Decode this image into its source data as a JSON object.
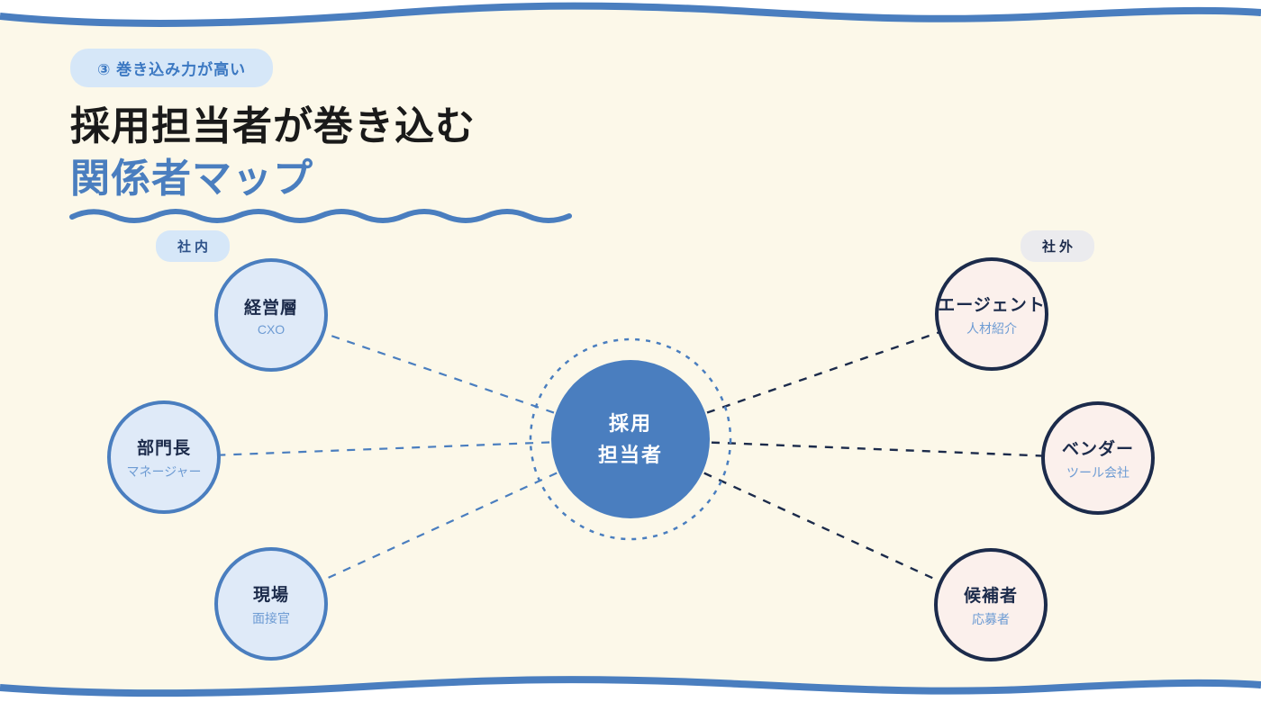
{
  "badge": {
    "label": "③ 巻き込み力が高い"
  },
  "title": {
    "line1": "採用担当者が巻き込む",
    "line2": "関係者マップ"
  },
  "groups": {
    "internal": "社内",
    "external": "社外"
  },
  "center_node": {
    "line1": "採用",
    "line2": "担当者"
  },
  "internal_nodes": [
    {
      "label": "経営層",
      "sublabel": "CXO"
    },
    {
      "label": "部門長",
      "sublabel": "マネージャー"
    },
    {
      "label": "現場",
      "sublabel": "面接官"
    }
  ],
  "external_nodes": [
    {
      "label": "エージェント",
      "sublabel": "人材紹介"
    },
    {
      "label": "ベンダー",
      "sublabel": "ツール会社"
    },
    {
      "label": "候補者",
      "sublabel": "応募者"
    }
  ],
  "colors": {
    "background": "#FCF8E9",
    "primary_blue": "#4A7EBF",
    "light_blue_fill": "#DFEAF8",
    "navy": "#1C2B4B",
    "pink_fill": "#FBF0EC",
    "sublabel_blue": "#6D9BD3",
    "badge_bg": "#D6E7F8",
    "badge_text": "#3B78C2",
    "gray_pill_bg": "#EBEBEE",
    "title_black": "#1A1A1A",
    "wave_white": "#FFFFFF"
  }
}
